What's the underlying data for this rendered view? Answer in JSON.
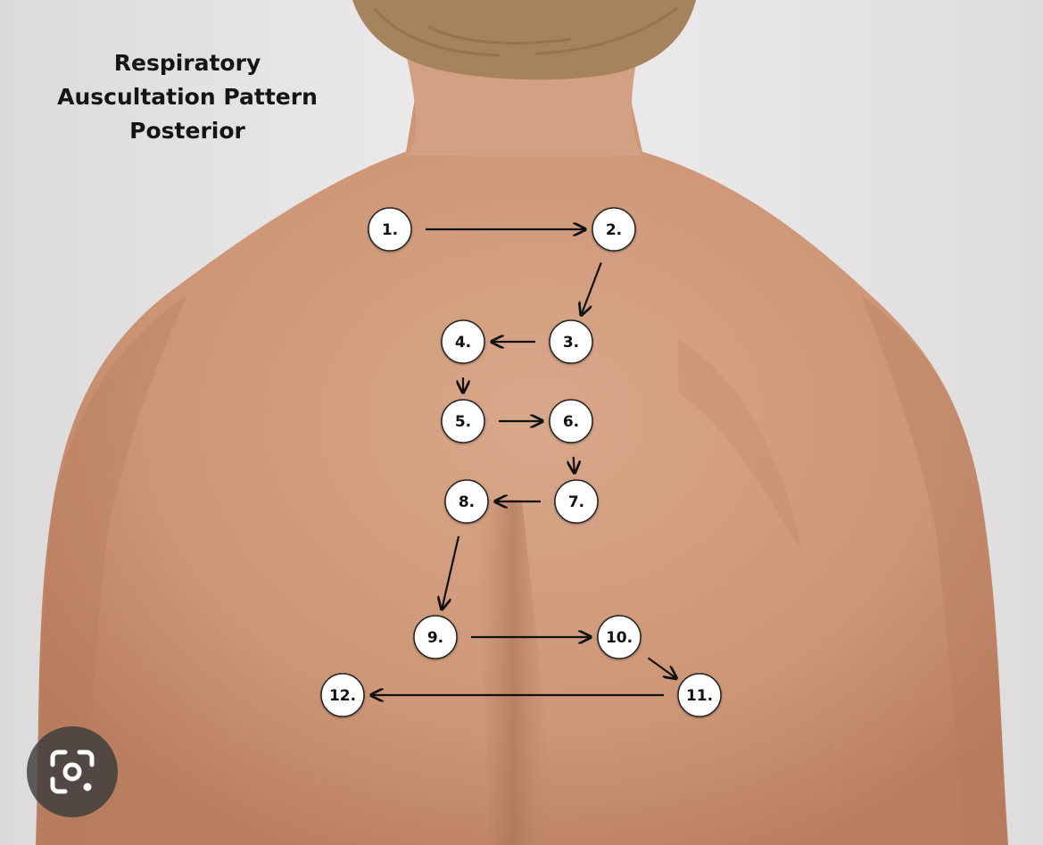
{
  "title_lines": [
    "Respiratory",
    "Auscultation Pattern",
    "Posterior"
  ],
  "points": [
    {
      "label": "1."
    },
    {
      "label": "2."
    },
    {
      "label": "3."
    },
    {
      "label": "4."
    },
    {
      "label": "5."
    },
    {
      "label": "6."
    },
    {
      "label": "7."
    },
    {
      "label": "8."
    },
    {
      "label": "9."
    },
    {
      "label": "10."
    },
    {
      "label": "11."
    },
    {
      "label": "12."
    }
  ],
  "sequence": [
    [
      1,
      2
    ],
    [
      2,
      3
    ],
    [
      3,
      4
    ],
    [
      4,
      5
    ],
    [
      5,
      6
    ],
    [
      6,
      7
    ],
    [
      7,
      8
    ],
    [
      8,
      9
    ],
    [
      9,
      10
    ],
    [
      10,
      11
    ],
    [
      11,
      12
    ]
  ],
  "lens_button": {
    "icon": "lens-icon"
  },
  "colors": {
    "background": "#e6e4e5",
    "skin": "#d09a7c",
    "marker": "#ffffff",
    "arrow": "#111111",
    "lens_bg": "#3c3c3c"
  }
}
